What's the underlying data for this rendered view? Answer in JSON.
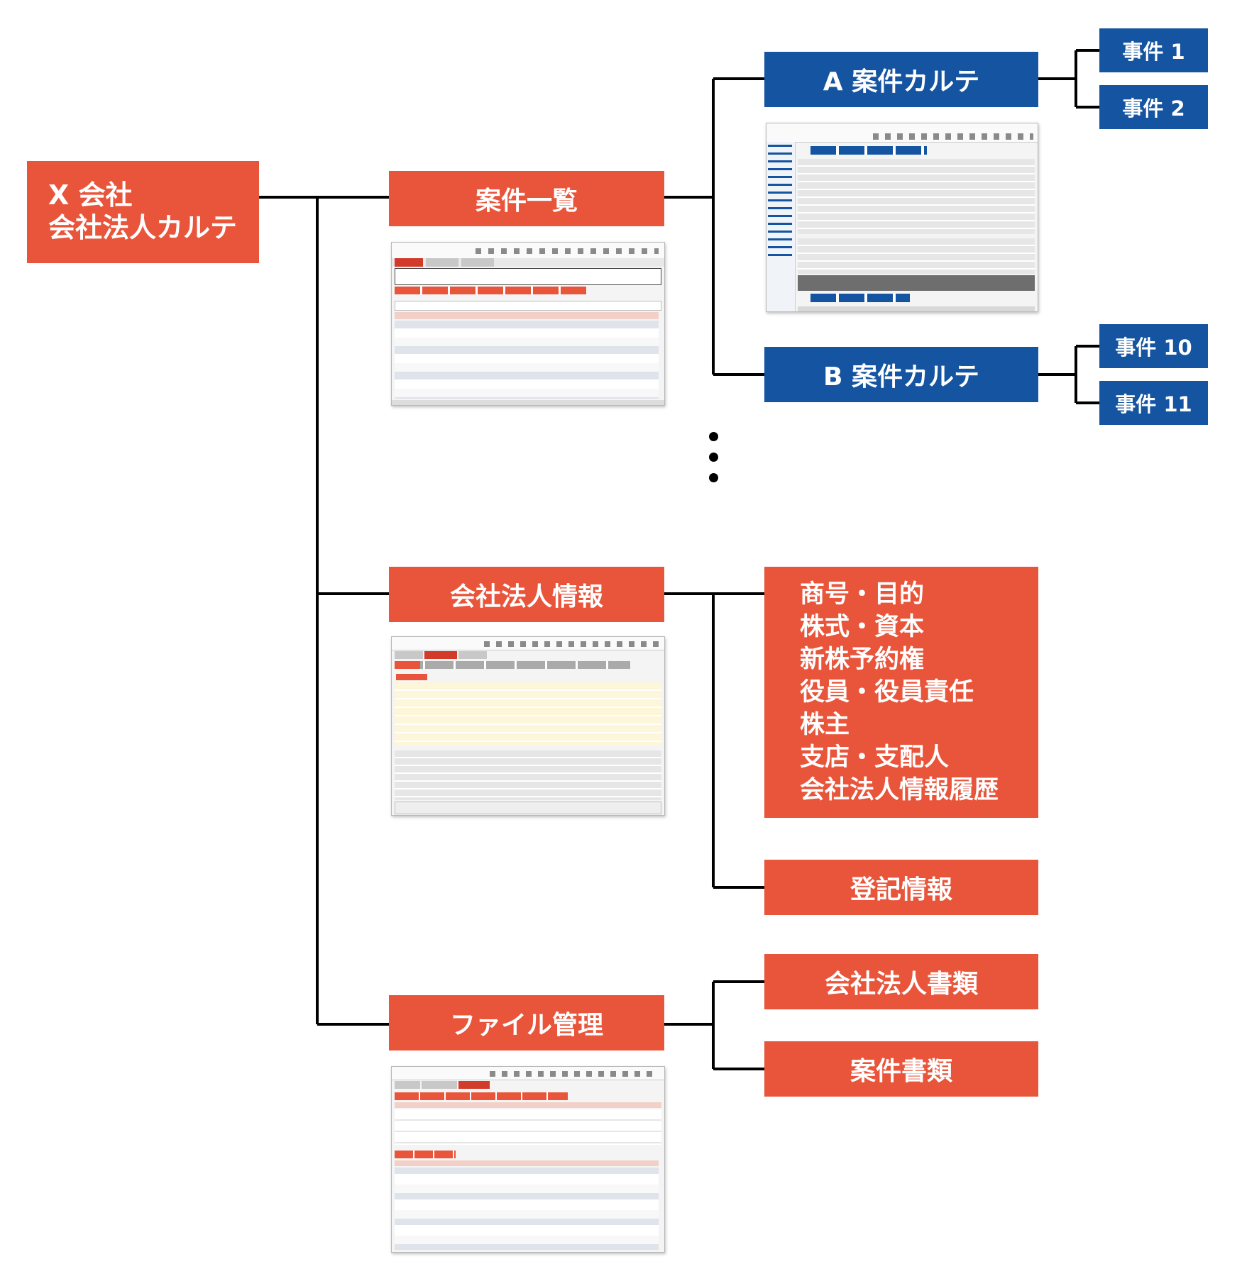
{
  "root": {
    "line1": "X 会社",
    "line2": "会社法人カルテ"
  },
  "branches": {
    "case_list": "案件一覧",
    "corp_info": "会社法人情報",
    "file_mgmt": "ファイル管理"
  },
  "case_karte": {
    "a": "A 案件カルテ",
    "b": "B 案件カルテ"
  },
  "cases": {
    "c1": "事件 1",
    "c2": "事件 2",
    "c10": "事件 10",
    "c11": "事件 11"
  },
  "corp_items": [
    "商号・目的",
    "株式・資本",
    "新株予約権",
    "役員・役員責任",
    "株主",
    "支店・支配人",
    "会社法人情報履歴"
  ],
  "registry": "登記情報",
  "docs": {
    "corp_docs": "会社法人書類",
    "case_docs": "案件書類"
  },
  "colors": {
    "red": "#e8553b",
    "blue": "#1554a0",
    "line": "#000000"
  },
  "icons": [
    "ellipsis-vertical-icon"
  ]
}
